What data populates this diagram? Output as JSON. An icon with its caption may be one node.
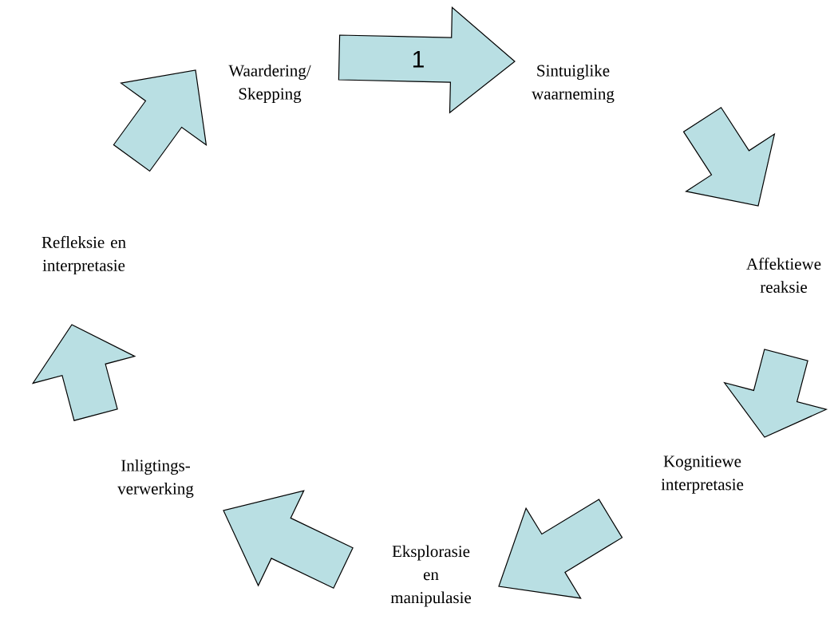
{
  "diagram": {
    "nodes": [
      {
        "text": [
          "Waardering/ Skepping"
        ]
      },
      {
        "text": [
          "Sintuiglike waarneming"
        ]
      },
      {
        "text": [
          "Affektiewe reaksie"
        ]
      },
      {
        "text": [
          "Kognitiewe interpretasie"
        ]
      },
      {
        "text": [
          "Eksplorasie en manipulasie"
        ]
      },
      {
        "text": [
          "Inligtings- verwerking"
        ]
      },
      {
        "text": [
          "Refleksie en interpretasie"
        ]
      }
    ],
    "edges": [
      {
        "from": 0,
        "to": 1,
        "arrow": "to",
        "label": "1"
      },
      {
        "from": 1,
        "to": 2,
        "arrow": "to"
      },
      {
        "from": 2,
        "to": 3,
        "arrow": "to"
      },
      {
        "from": 3,
        "to": 4,
        "arrow": "to"
      },
      {
        "from": 4,
        "to": 5,
        "arrow": "to"
      },
      {
        "from": 5,
        "to": 6,
        "arrow": "to"
      },
      {
        "from": 6,
        "to": 0,
        "arrow": "to"
      }
    ]
  }
}
